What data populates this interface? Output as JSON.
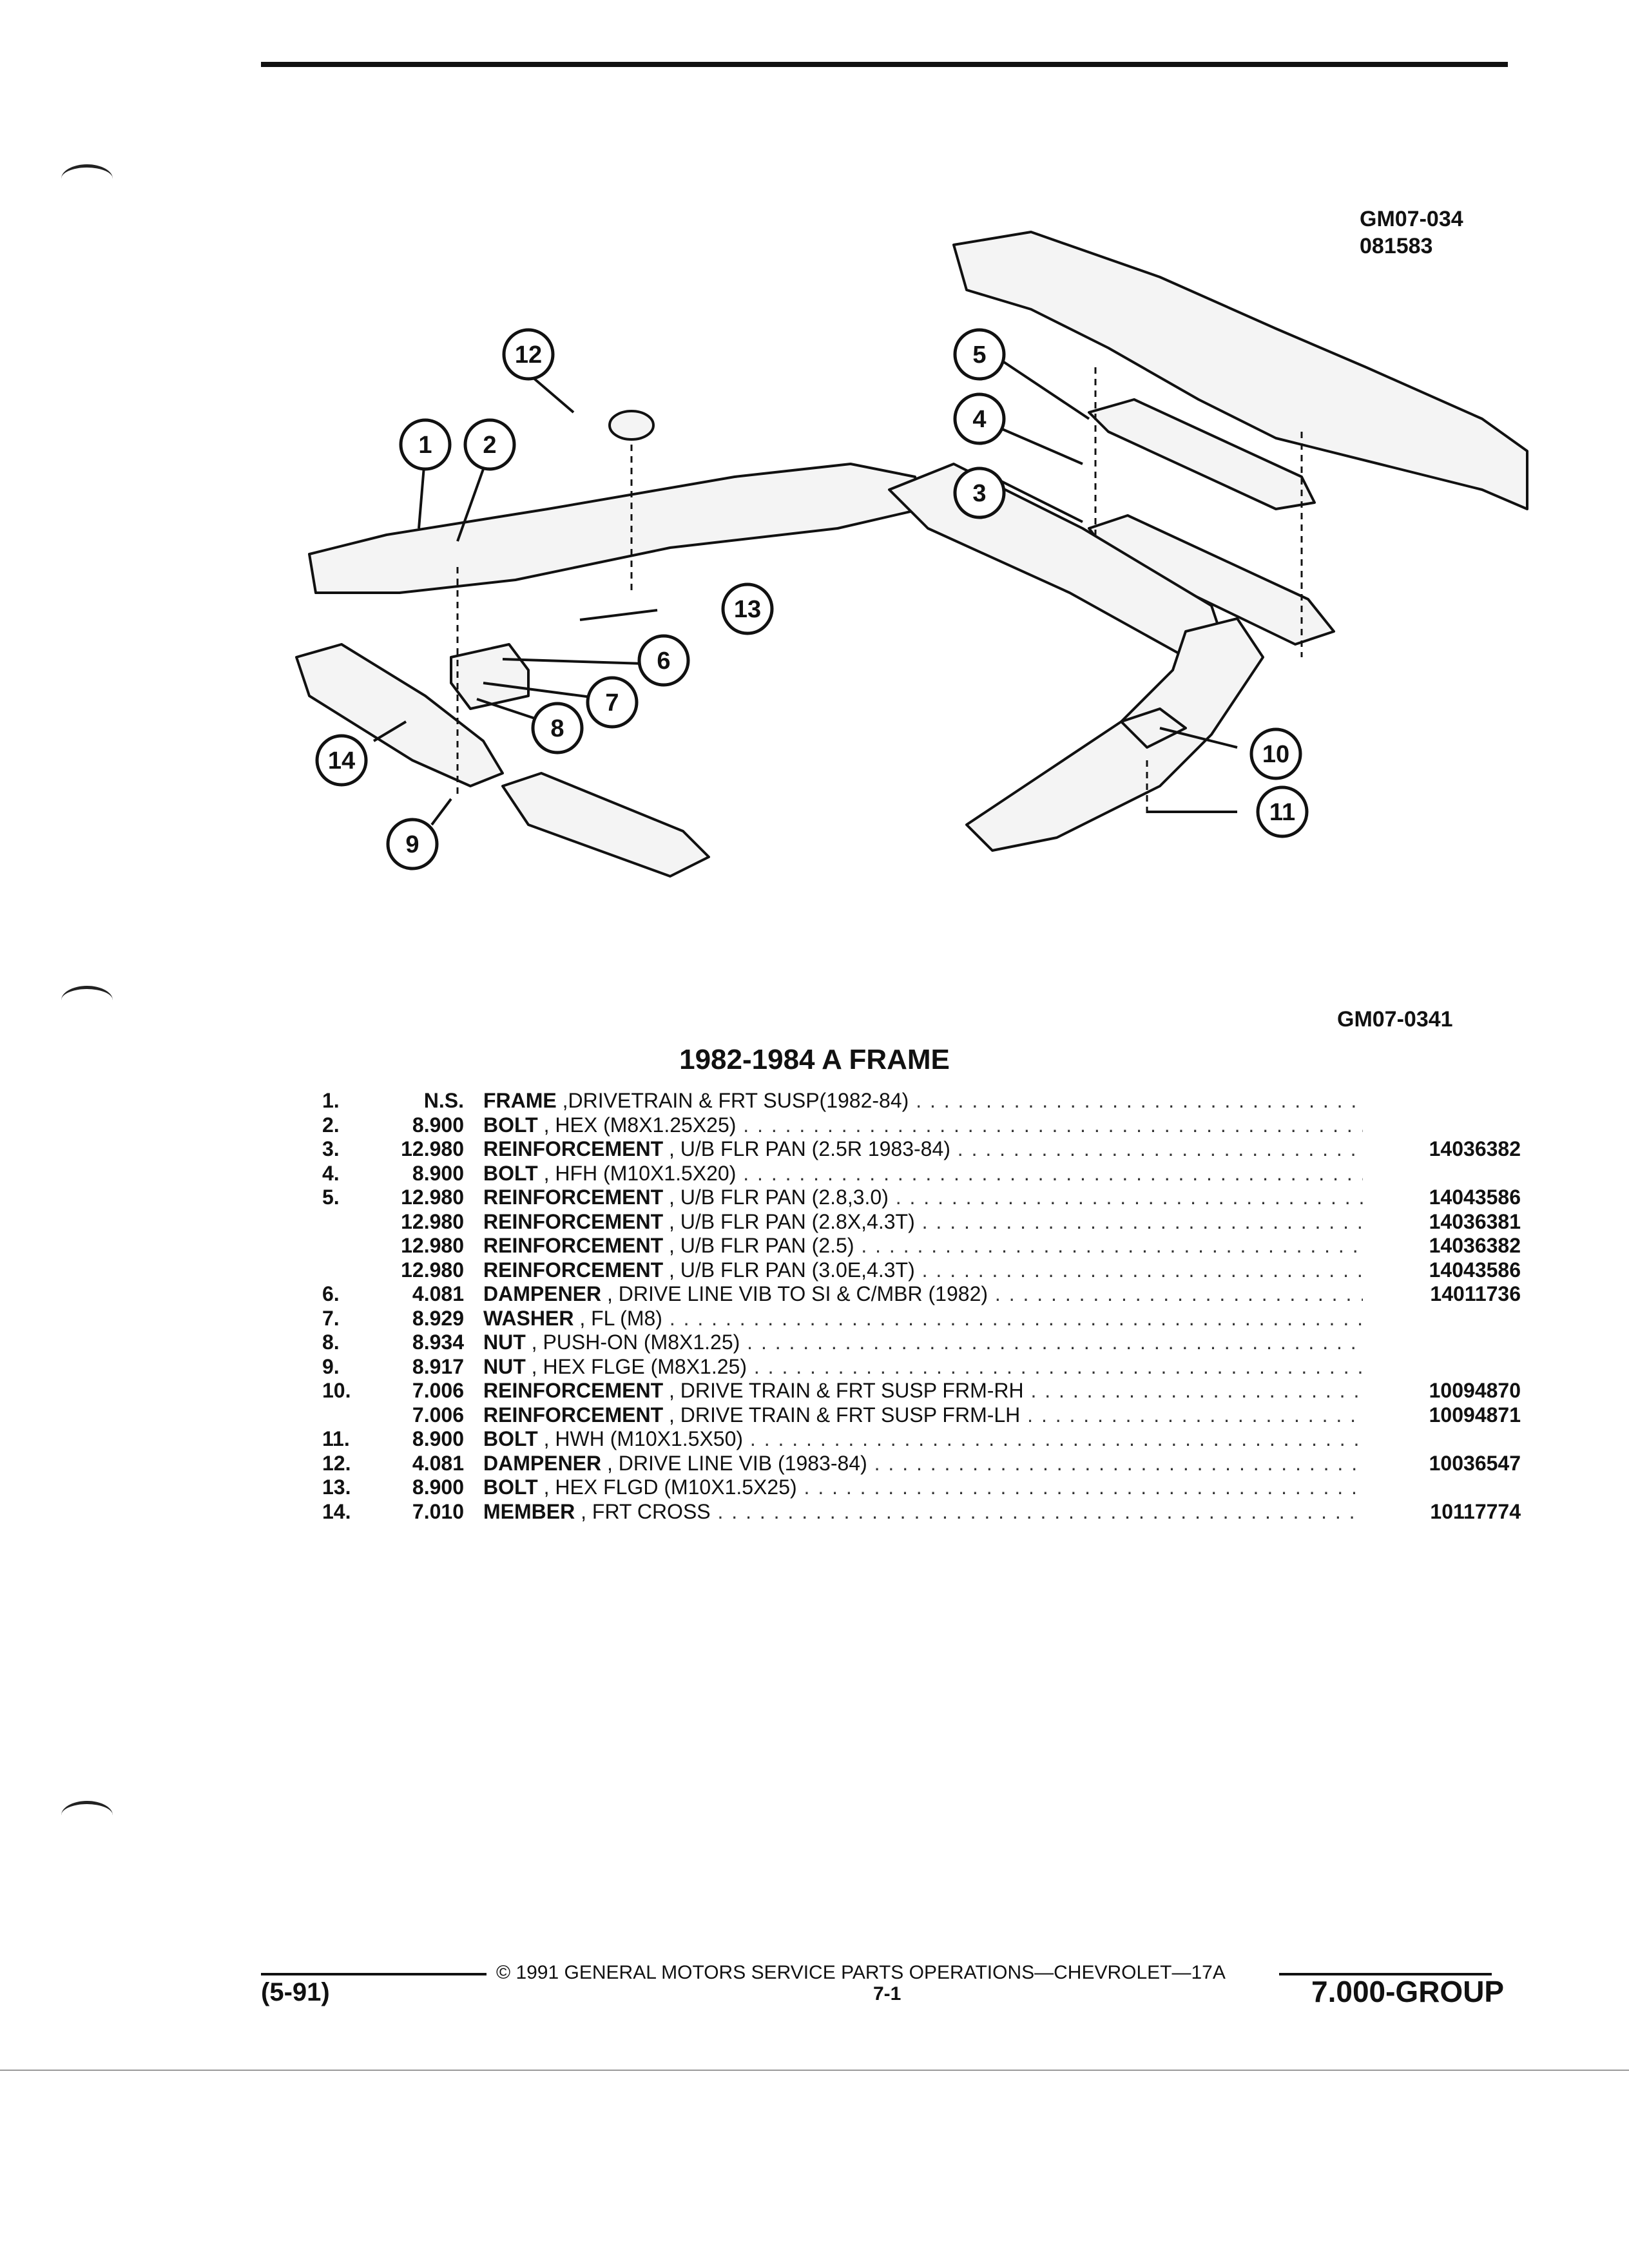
{
  "figure": {
    "code1": "GM07-034",
    "code2": "081583",
    "caption_code": "GM07-0341"
  },
  "callouts": [
    "1",
    "2",
    "3",
    "4",
    "5",
    "6",
    "7",
    "8",
    "9",
    "10",
    "11",
    "12",
    "13",
    "14"
  ],
  "title": "1982-1984 A FRAME",
  "parts": [
    {
      "num": "1.",
      "group": "N.S.",
      "name": "FRAME",
      "desc": " ,DRIVETRAIN & FRT SUSP(1982-84)",
      "part_no": ""
    },
    {
      "num": "2.",
      "group": "8.900",
      "name": "BOLT",
      "desc": " , HEX (M8X1.25X25)",
      "part_no": ""
    },
    {
      "num": "3.",
      "group": "12.980",
      "name": "REINFORCEMENT",
      "desc": " , U/B FLR PAN (2.5R 1983-84)",
      "part_no": "14036382"
    },
    {
      "num": "4.",
      "group": "8.900",
      "name": "BOLT",
      "desc": " , HFH (M10X1.5X20)",
      "part_no": ""
    },
    {
      "num": "5.",
      "group": "12.980",
      "name": "REINFORCEMENT",
      "desc": " , U/B FLR PAN (2.8,3.0)",
      "part_no": "14043586"
    },
    {
      "num": "",
      "group": "12.980",
      "name": "REINFORCEMENT",
      "desc": " , U/B FLR PAN (2.8X,4.3T)",
      "part_no": "14036381"
    },
    {
      "num": "",
      "group": "12.980",
      "name": "REINFORCEMENT",
      "desc": " , U/B FLR PAN (2.5)",
      "part_no": "14036382"
    },
    {
      "num": "",
      "group": "12.980",
      "name": "REINFORCEMENT",
      "desc": " , U/B FLR PAN (3.0E,4.3T)",
      "part_no": "14043586"
    },
    {
      "num": "6.",
      "group": "4.081",
      "name": "DAMPENER",
      "desc": " , DRIVE LINE VIB TO SI & C/MBR (1982)",
      "part_no": "14011736"
    },
    {
      "num": "7.",
      "group": "8.929",
      "name": "WASHER",
      "desc": " , FL (M8)",
      "part_no": ""
    },
    {
      "num": "8.",
      "group": "8.934",
      "name": "NUT",
      "desc": " , PUSH-ON (M8X1.25)",
      "part_no": ""
    },
    {
      "num": "9.",
      "group": "8.917",
      "name": "NUT",
      "desc": " , HEX FLGE (M8X1.25)",
      "part_no": ""
    },
    {
      "num": "10.",
      "group": "7.006",
      "name": "REINFORCEMENT",
      "desc": " , DRIVE TRAIN & FRT SUSP FRM-RH",
      "part_no": "10094870"
    },
    {
      "num": "",
      "group": "7.006",
      "name": "REINFORCEMENT",
      "desc": " , DRIVE TRAIN & FRT SUSP FRM-LH",
      "part_no": "10094871"
    },
    {
      "num": "11.",
      "group": "8.900",
      "name": "BOLT",
      "desc": " , HWH (M10X1.5X50)",
      "part_no": ""
    },
    {
      "num": "12.",
      "group": "4.081",
      "name": "DAMPENER",
      "desc": " , DRIVE LINE VIB (1983-84)",
      "part_no": "10036547"
    },
    {
      "num": "13.",
      "group": "8.900",
      "name": "BOLT",
      "desc": " , HEX FLGD (M10X1.5X25)",
      "part_no": ""
    },
    {
      "num": "14.",
      "group": "7.010",
      "name": "MEMBER",
      "desc": " , FRT CROSS",
      "part_no": "10117774"
    }
  ],
  "footer": {
    "copyright": "© 1991 GENERAL MOTORS SERVICE PARTS OPERATIONS—CHEVROLET—17A",
    "revision": "(5-91)",
    "page": "7-1",
    "group": "7.000-GROUP"
  }
}
